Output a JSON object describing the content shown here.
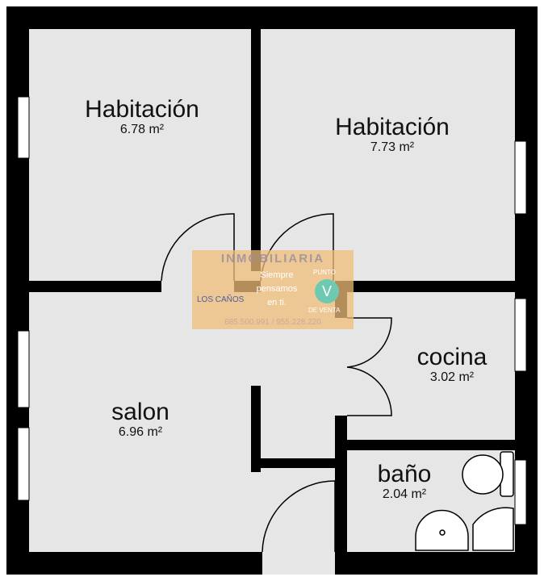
{
  "rooms": [
    {
      "name": "Habitación",
      "area": "6.78 m²"
    },
    {
      "name": "Habitación",
      "area": "7.73 m²"
    },
    {
      "name": "cocina",
      "area": "3.02 m²"
    },
    {
      "name": "salon",
      "area": "6.96 m²"
    },
    {
      "name": "baño",
      "area": "2.04 m²"
    }
  ],
  "watermark": {
    "title": "INMOBILIARIA",
    "brand": "LOS CAÑOS",
    "slogan": "Siempre pensamos en ti.",
    "punto": "PUNTO",
    "de_venta": "DE VENTA",
    "v": "V",
    "phones": "685.500.991 / 955.228.220"
  },
  "colors": {
    "floor": "#e6e6e6",
    "wall": "#000000"
  }
}
